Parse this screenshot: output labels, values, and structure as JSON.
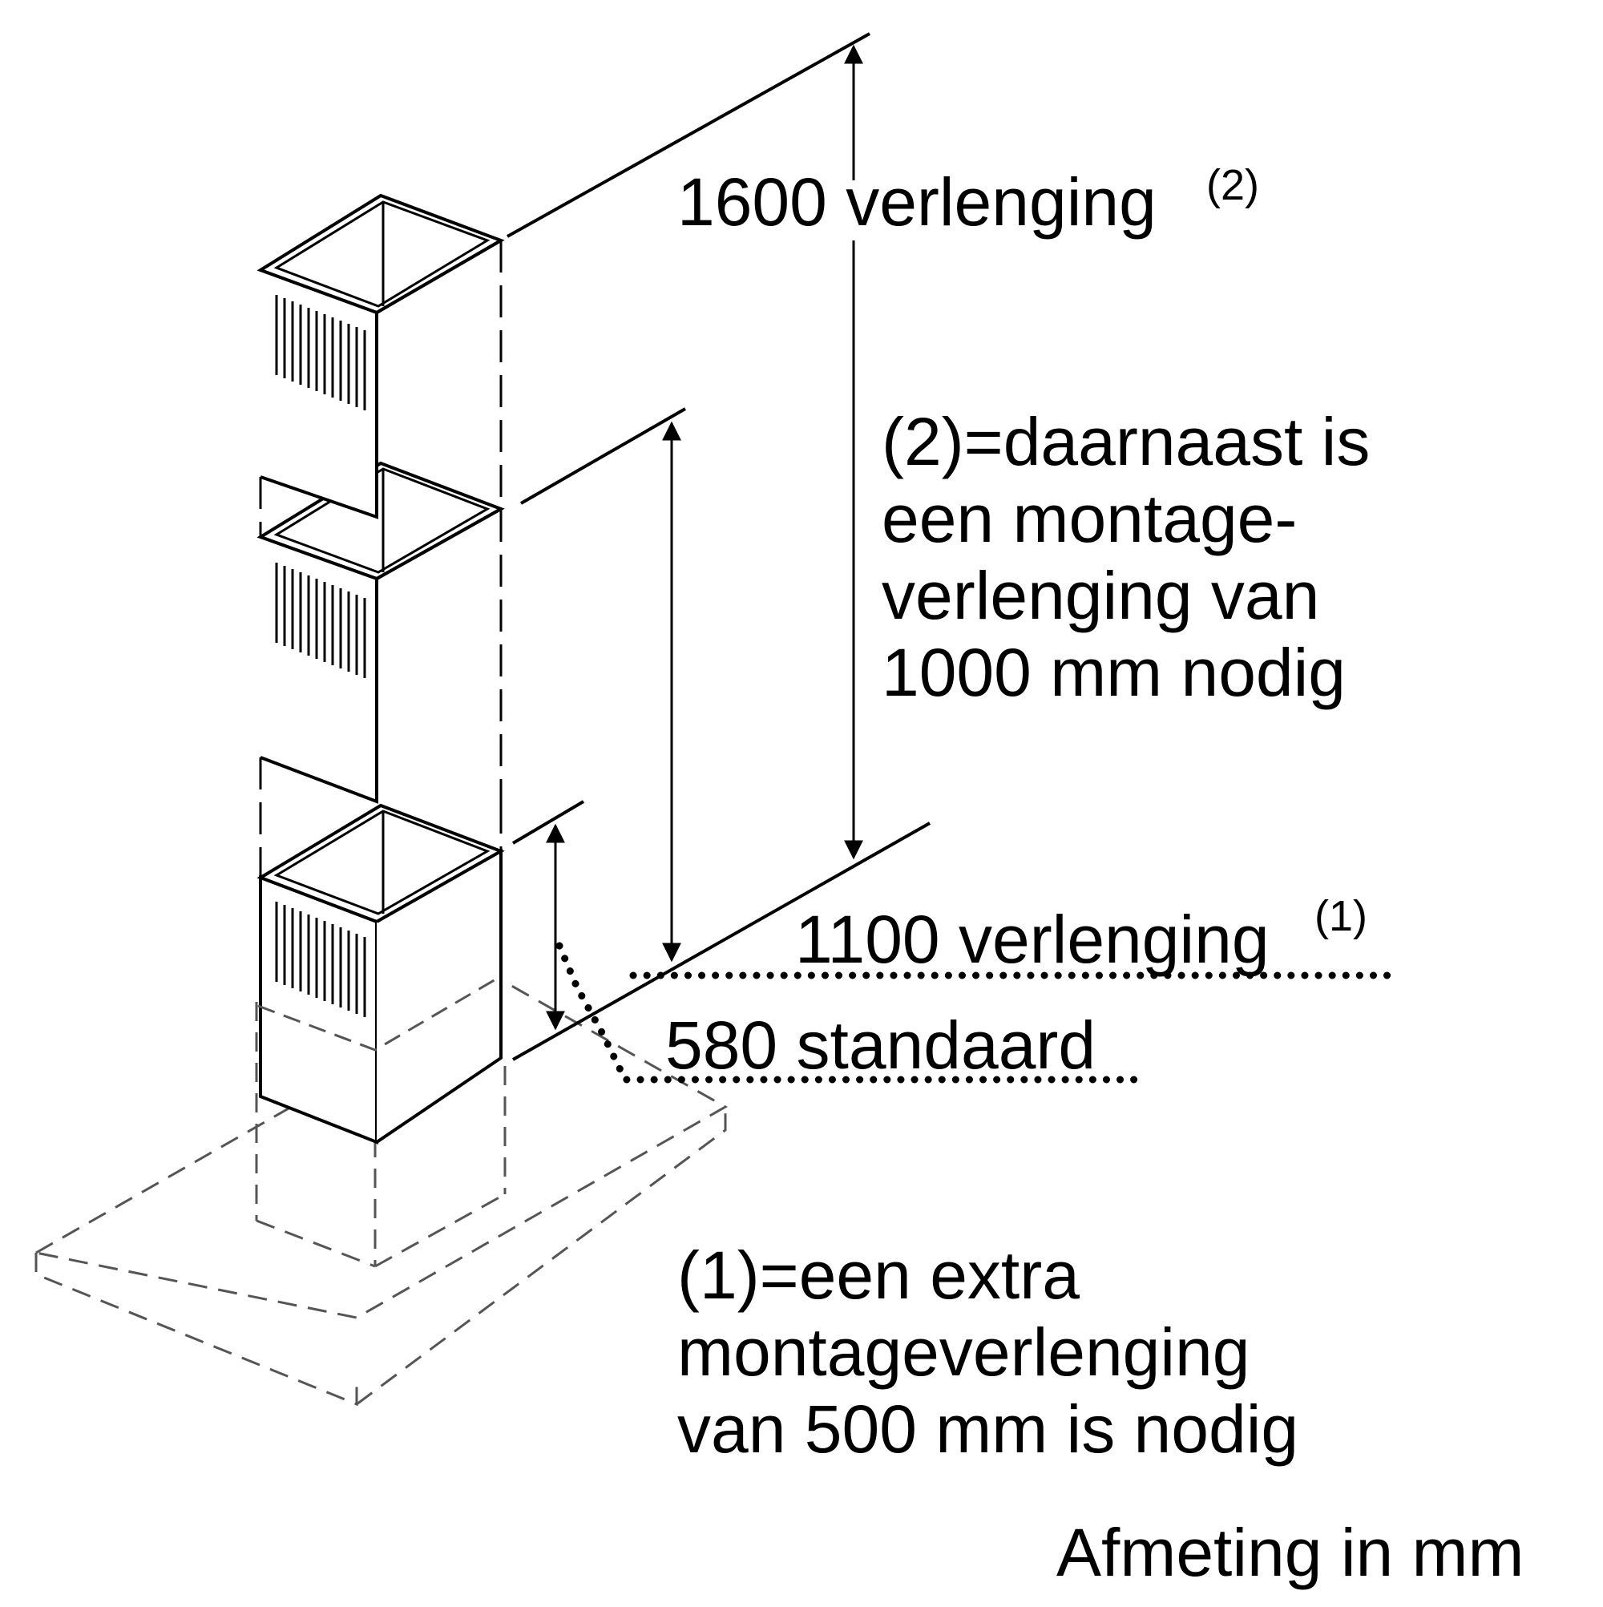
{
  "labels": {
    "ext_1600": "1600 verlenging",
    "ext_1600_sup": "(2)",
    "note_2": [
      "(2)=daarnaast is",
      "een montage-",
      "verlenging van",
      "1000 mm nodig"
    ],
    "ext_1100": "1100 verlenging",
    "ext_1100_sup": "(1)",
    "standard_580": "580 standaard",
    "note_1": [
      "(1)=een extra",
      "montageverlenging",
      "van 500 mm is nodig"
    ],
    "unit_note": "Afmeting in mm"
  },
  "colors": {
    "line": "#000000",
    "hidden": "#555555",
    "background": "#ffffff"
  }
}
